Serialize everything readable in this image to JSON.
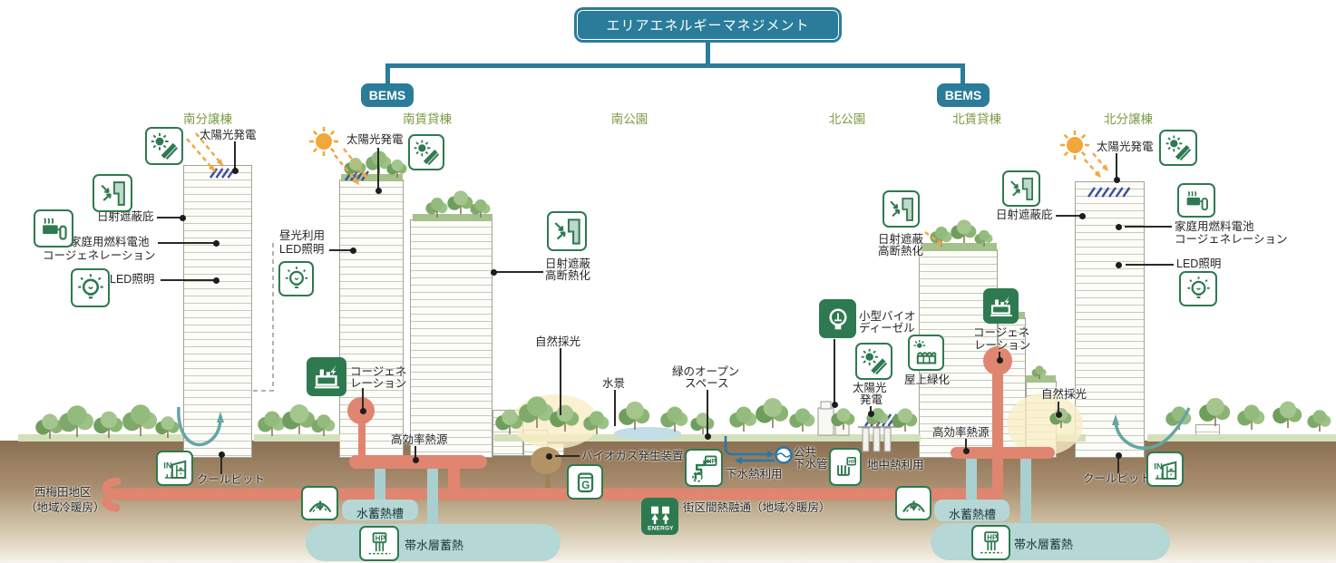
{
  "title": "エリアエネルギーマネジメント",
  "bems": {
    "left": "BEMS",
    "right": "BEMS"
  },
  "zones": [
    "南分譲棟",
    "南賃貸棟",
    "南公園",
    "北公園",
    "北賃貸棟",
    "北分譲棟"
  ],
  "callouts": {
    "solar_s1": "太陽光発電",
    "shade_s": "日射遮蔽庇",
    "fuelcell_s1": "家庭用燃料電池",
    "fuelcell_s2": "コージェネレーション",
    "led_s": "LED照明",
    "solar_s2": "太陽光発電",
    "daylight1": "昼光利用",
    "daylight2": "LED照明",
    "cogen_s1": "コージェネ",
    "cogen_s2": "レーション",
    "insul_s1": "日射遮蔽",
    "insul_s2": "高断熱化",
    "daylight_park": "自然採光",
    "water_feature": "水景",
    "green_open1": "緑のオープン",
    "green_open2": "スペース",
    "biodiesel1": "小型バイオ",
    "biodiesel2": "ディーゼル",
    "solar_n1a": "太陽光",
    "solar_n1b": "発電",
    "roof_green": "屋上緑化",
    "cogen_n1": "コージェネ",
    "cogen_n2": "レーション",
    "insul_n1": "日射遮蔽",
    "insul_n2": "高断熱化",
    "shade_n": "日射遮蔽庇",
    "solar_n2": "太陽光発電",
    "fuelcell_n1": "家庭用燃料電池",
    "fuelcell_n2": "コージェネレーション",
    "led_n": "LED照明",
    "daylight_n": "自然採光",
    "hi_eff_l": "高効率熱源",
    "hi_eff_r": "高効率熱源",
    "biogas": "バイオガス発生装置",
    "sewage_heat": "下水熱利用",
    "public_sewer1": "公共",
    "public_sewer2": "下水管",
    "geo_heat": "地中熱利用",
    "district_heat": "街区間熱融通（地域冷暖房）",
    "coolpit_l": "クールピット",
    "coolpit_r": "クールピット",
    "umeda1": "西梅田地区",
    "umeda2": "（地域冷暖房）",
    "water_tank_l": "水蓄熱槽",
    "water_tank_r": "水蓄熱槽",
    "aquifer_l": "帯水層蓄熱",
    "aquifer_r": "帯水層蓄熱"
  },
  "icon_texts": {
    "in": "IN",
    "hp": "HP",
    "g": "G",
    "energy": "ENERGY"
  },
  "colors": {
    "teal_node": "#2a7c9a",
    "icon_green": "#2e7a50",
    "zone_label_green": "#7c9b45",
    "pipe_red": "#e08570",
    "pipe_teal": "#a9d0d1",
    "tank_teal": "#b5d7d6",
    "ground_brown": "#8a6f52",
    "sun_orange": "#f2a73b",
    "arrow_orange": "#f0a843",
    "solar_panel_blue": "#3c4f9e",
    "sewer_blue": "#2878a8",
    "swoosh_teal": "#63a6a2"
  }
}
